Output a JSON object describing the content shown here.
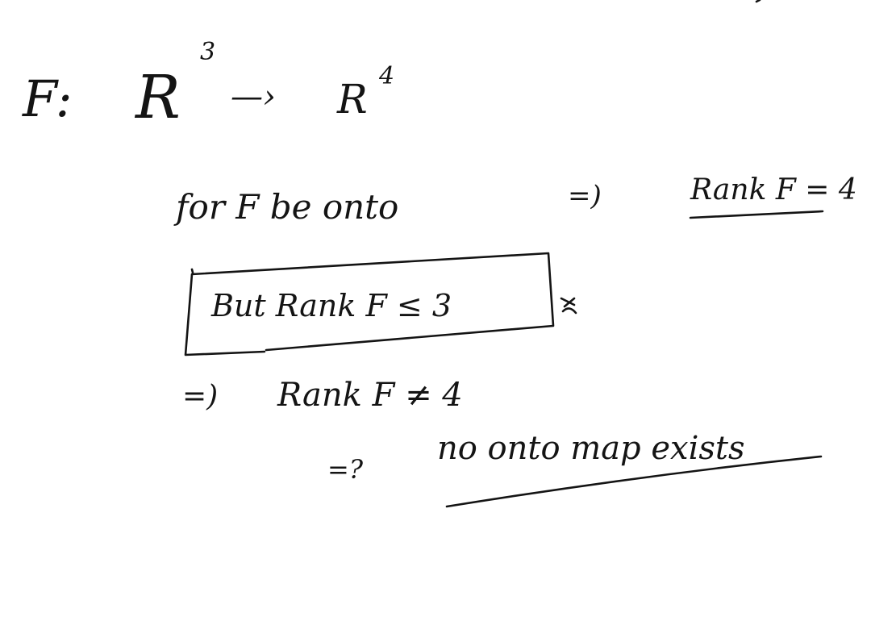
{
  "notes": {
    "line1": {
      "function_name": "F:",
      "domain_space": "R",
      "domain_exponent": "3",
      "arrow": "—›",
      "codomain_space": "R",
      "codomain_exponent": "4"
    },
    "line2": {
      "condition": "for F be onto",
      "implies": "=)",
      "result": "Rank F = 4"
    },
    "boxed_statement": "But Rank F ≤ 3",
    "line4": {
      "implies": "=)",
      "result": "Rank F ≠ 4"
    },
    "line5": {
      "implies": "=?",
      "conclusion": "no onto map exists"
    }
  },
  "colors": {
    "ink": "#141414",
    "paper": "#ffffff"
  }
}
